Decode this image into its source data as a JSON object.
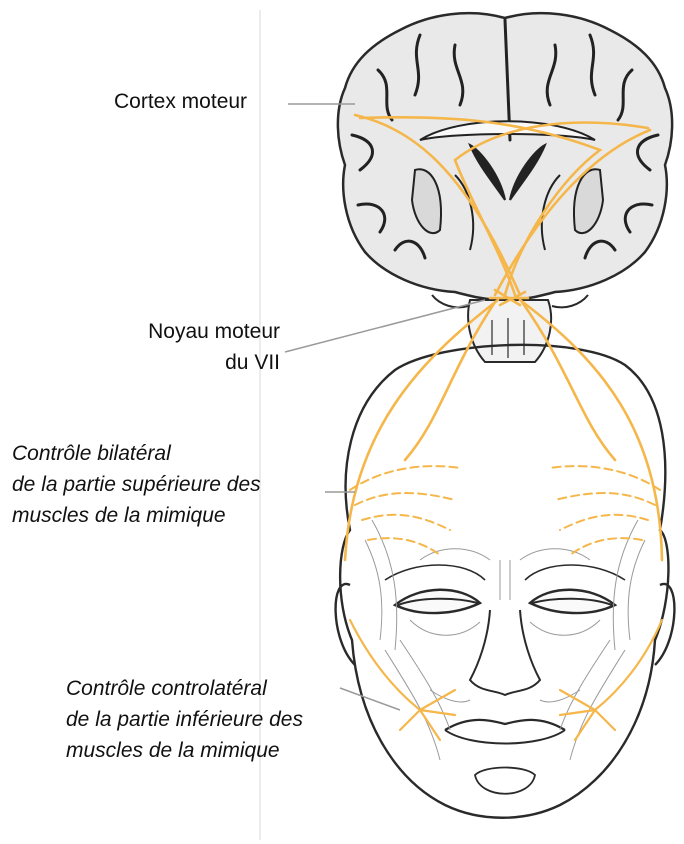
{
  "labels": {
    "cortex_moteur": "Cortex moteur",
    "noyau_line1": "Noyau moteur",
    "noyau_line2": "du VII",
    "bilateral_line1": "Contrôle bilatéral",
    "bilateral_line2": "de la partie supérieure des",
    "bilateral_line3": "muscles de la mimique",
    "contro_line1": "Contrôle controlatéral",
    "contro_line2": "de la partie inférieure des",
    "contro_line3": "muscles de la mimique"
  },
  "colors": {
    "pathway": "#f5b64a",
    "outline": "#2a2a2a",
    "leader": "#9a9a9a",
    "brain_fill": "#e9e9e9"
  },
  "icons": [
    "brain-coronal-section-illustration",
    "face-muscle-illustration"
  ]
}
